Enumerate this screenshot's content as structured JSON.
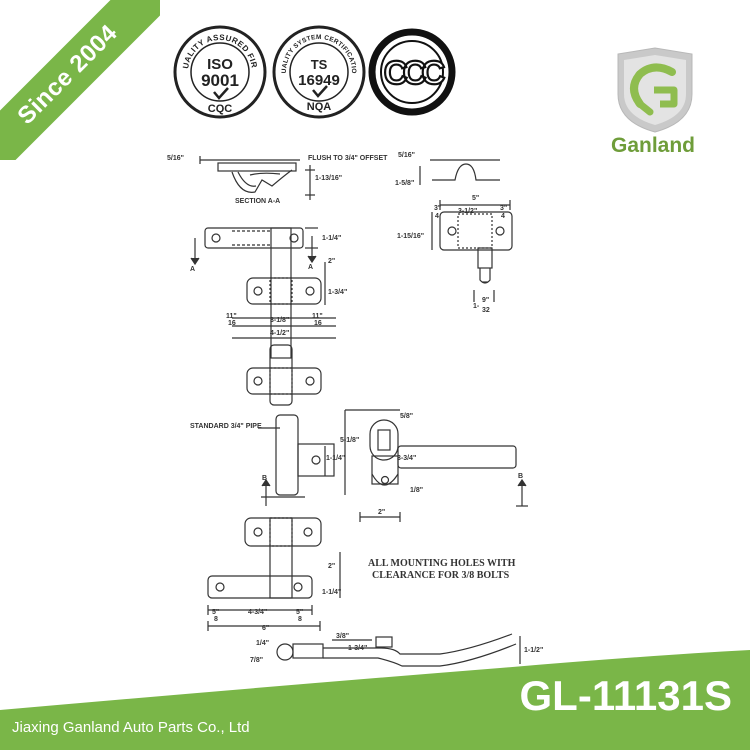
{
  "ribbon": {
    "text": "Since 2004",
    "color": "#7ab648"
  },
  "certifications": [
    {
      "name": "cqc",
      "arc_text": "QUALITY ASSURED FIRM",
      "line1": "ISO",
      "line2": "9001",
      "bottom": "CQC"
    },
    {
      "name": "nqa",
      "arc_text": "QUALITY SYSTEM CERTIFICATION",
      "line1": "TS",
      "line2": "16949",
      "bottom": "NQA"
    },
    {
      "name": "ccc",
      "text": "CCC"
    }
  ],
  "brand": {
    "name": "Ganland",
    "color": "#6f9d3a",
    "logo_icon": "ganland-logo-icon"
  },
  "drawing": {
    "labels": {
      "d1": "5/16\"",
      "d2": "FLUSH TO 3/4\" OFFSET",
      "d3": "5/16\"",
      "d4": "1-13/16\"",
      "d5": "1-5/8\"",
      "d6": "SECTION A-A",
      "d7": "5\"",
      "d8": "3\"",
      "d9": "4",
      "d10": "3-1/2\"",
      "d11": "3\"",
      "d12": "4",
      "d13": "1-15/16\"",
      "d14": "1-1/4\"",
      "d15": "A",
      "d16": "A",
      "d17": "2\"",
      "d18": "1-3/4\"",
      "d19": "1-",
      "d20": "9\"",
      "d21": "32",
      "d22": "11\"",
      "d23": "16",
      "d24": "3-1/8\"",
      "d25": "11\"",
      "d26": "16",
      "d27": "4-1/2\"",
      "d28": "5/8\"",
      "d29": "STANDARD 3/4\" PIPE",
      "d30": "5-1/8\"",
      "d31": "1-1/4\"",
      "d32": "3-3/4\"",
      "d33": "B",
      "d34": "1/8\"",
      "d35": "B",
      "d36": "2\"",
      "d37": "ALL MOUNTING HOLES WITH",
      "d38": "CLEARANCE FOR 3/8 BOLTS",
      "d39": "2\"",
      "d40": "1-1/4\"",
      "d41": "5\"",
      "d42": "8",
      "d43": "4-3/4\"",
      "d44": "5\"",
      "d45": "8",
      "d46": "6\"",
      "d47": "3/8\"",
      "d48": "1/4\"",
      "d49": "1-3/4\"",
      "d50": "7/8\"",
      "d51": "1-1/2\""
    }
  },
  "footer": {
    "model": "GL-11131S",
    "company": "Jiaxing Ganland Auto Parts Co., Ltd",
    "band_color": "#7ab648"
  }
}
